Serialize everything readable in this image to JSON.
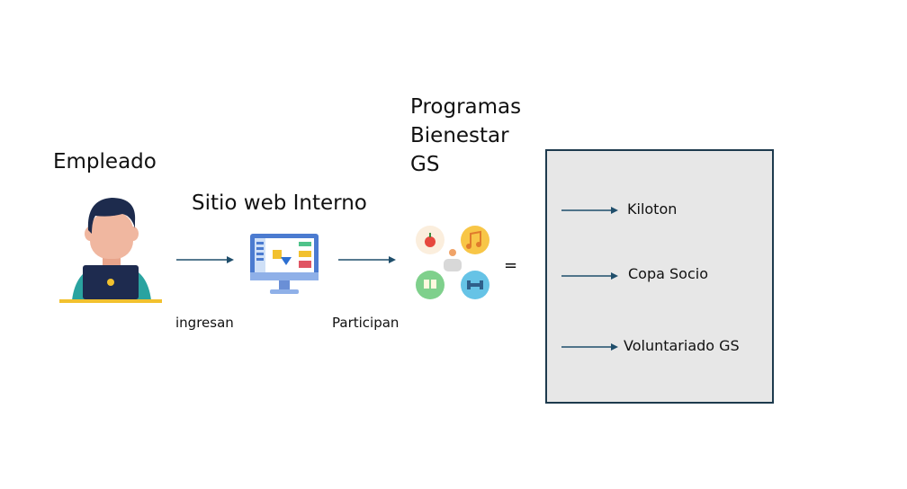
{
  "employee": {
    "title": "Empleado"
  },
  "website": {
    "title": "Sitio web Interno"
  },
  "programs": {
    "title_lines": [
      "Programas",
      "Bienestar",
      "GS"
    ]
  },
  "arrows": {
    "ingresan": "ingresan",
    "participan": "Participan"
  },
  "equals": "=",
  "program_list": [
    "Kiloton",
    "Copa Socio",
    "Voluntariado GS"
  ],
  "colors": {
    "arrow": "#1f4e6b",
    "box_fill": "#e7e7e7",
    "box_border": "#1d3a4d",
    "hair": "#1d2b4d",
    "skin": "#f0b7a0",
    "laptop": "#1e2b4f",
    "shirt": "#2aa3a0",
    "monitor": "#4b7bd0"
  },
  "icons": [
    "employee-laptop-icon",
    "desktop-monitor-icon",
    "wellness-programs-icon"
  ]
}
